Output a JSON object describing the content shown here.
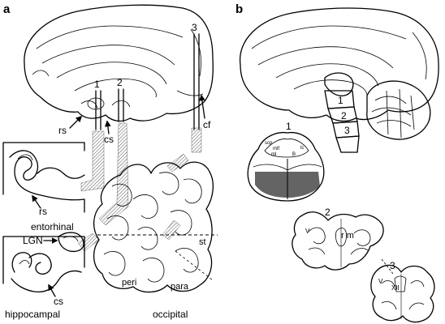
{
  "panel_a": {
    "label": "a",
    "section_numbers": [
      "1",
      "2",
      "3"
    ],
    "labels": {
      "rs": "rs",
      "cs": "cs",
      "cf": "cf",
      "rs_inset": "rs",
      "entorhinal": "entorhinal",
      "lgn": "LGN",
      "cs_inset": "cs",
      "hippocampal": "hippocampal",
      "st": "st",
      "peri": "peri",
      "para": "para",
      "occipital": "occipital"
    }
  },
  "panel_b": {
    "label": "b",
    "brainstem_levels": [
      "1",
      "2",
      "3"
    ],
    "labels": {
      "scp": "scp",
      "mlf": "mlf",
      "ml": "ml",
      "lc": "lc",
      "b": "B",
      "v2": "V",
      "rm": "r m",
      "v3": "V",
      "xii": "XII"
    }
  }
}
